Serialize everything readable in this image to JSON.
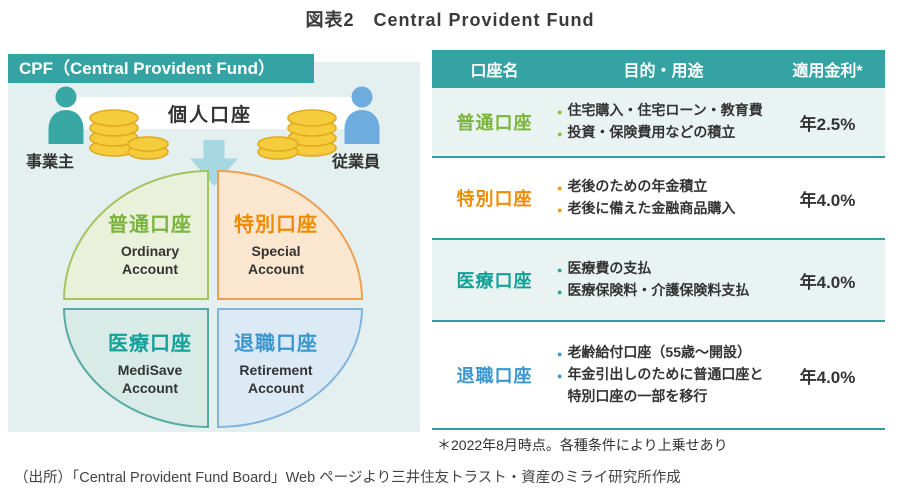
{
  "title": "図表2　Central Provident Fund",
  "left_panel": {
    "header": "CPF（Central Provident Fund）",
    "personal_account_label": "個人口座",
    "employer_label": "事業主",
    "employee_label": "従業員",
    "quadrants": [
      {
        "name_jp": "普通口座",
        "name_en_line1": "Ordinary",
        "name_en_line2": "Account"
      },
      {
        "name_jp": "特別口座",
        "name_en_line1": "Special",
        "name_en_line2": "Account"
      },
      {
        "name_jp": "医療口座",
        "name_en_line1": "MediSave",
        "name_en_line2": "Account"
      },
      {
        "name_jp": "退職口座",
        "name_en_line1": "Retirement",
        "name_en_line2": "Account"
      }
    ]
  },
  "table": {
    "headers": [
      "口座名",
      "目的・用途",
      "適用金利*"
    ],
    "rows": [
      {
        "account": "普通口座",
        "bullets": [
          "住宅購入・住宅ローン・教育費",
          "投資・保険費用などの積立"
        ],
        "rate": "年2.5%"
      },
      {
        "account": "特別口座",
        "bullets": [
          "老後のための年金積立",
          "老後に備えた金融商品購入"
        ],
        "rate": "年4.0%"
      },
      {
        "account": "医療口座",
        "bullets": [
          "医療費の支払",
          "医療保険料・介護保険料支払"
        ],
        "rate": "年4.0%"
      },
      {
        "account": "退職口座",
        "bullets": [
          "老齢給付口座（55歳～開設）",
          "年金引出しのために普通口座と特別口座の一部を移行"
        ],
        "rate": "年4.0%"
      }
    ],
    "footnote": "＊2022年8月時点。各種条件により上乗せあり"
  },
  "source": "（出所）「Central Provident Fund Board」Web ページより三井住友トラスト・資産のミライ研究所作成",
  "colors": {
    "teal_primary": "#35A3A3",
    "panel_bg": "#E3F0EF",
    "row_alt_bg": "#E9F4F2",
    "divider_teal": "#2E9EA0",
    "ordinary_green": "#7AB33E",
    "special_orange": "#F08A00",
    "medisave_teal": "#14A09A",
    "retirement_blue": "#3B96D0",
    "bullet_green": "#8CBF2F",
    "bullet_orange": "#F39800",
    "bullet_teal": "#2AA39D",
    "bullet_blue": "#3E97D1",
    "coin_yellow": "#F5CC3B",
    "employer_icon_teal": "#39A8A4",
    "employee_icon_blue": "#6FACDE",
    "arrow_light_blue": "#A7D8E1"
  }
}
